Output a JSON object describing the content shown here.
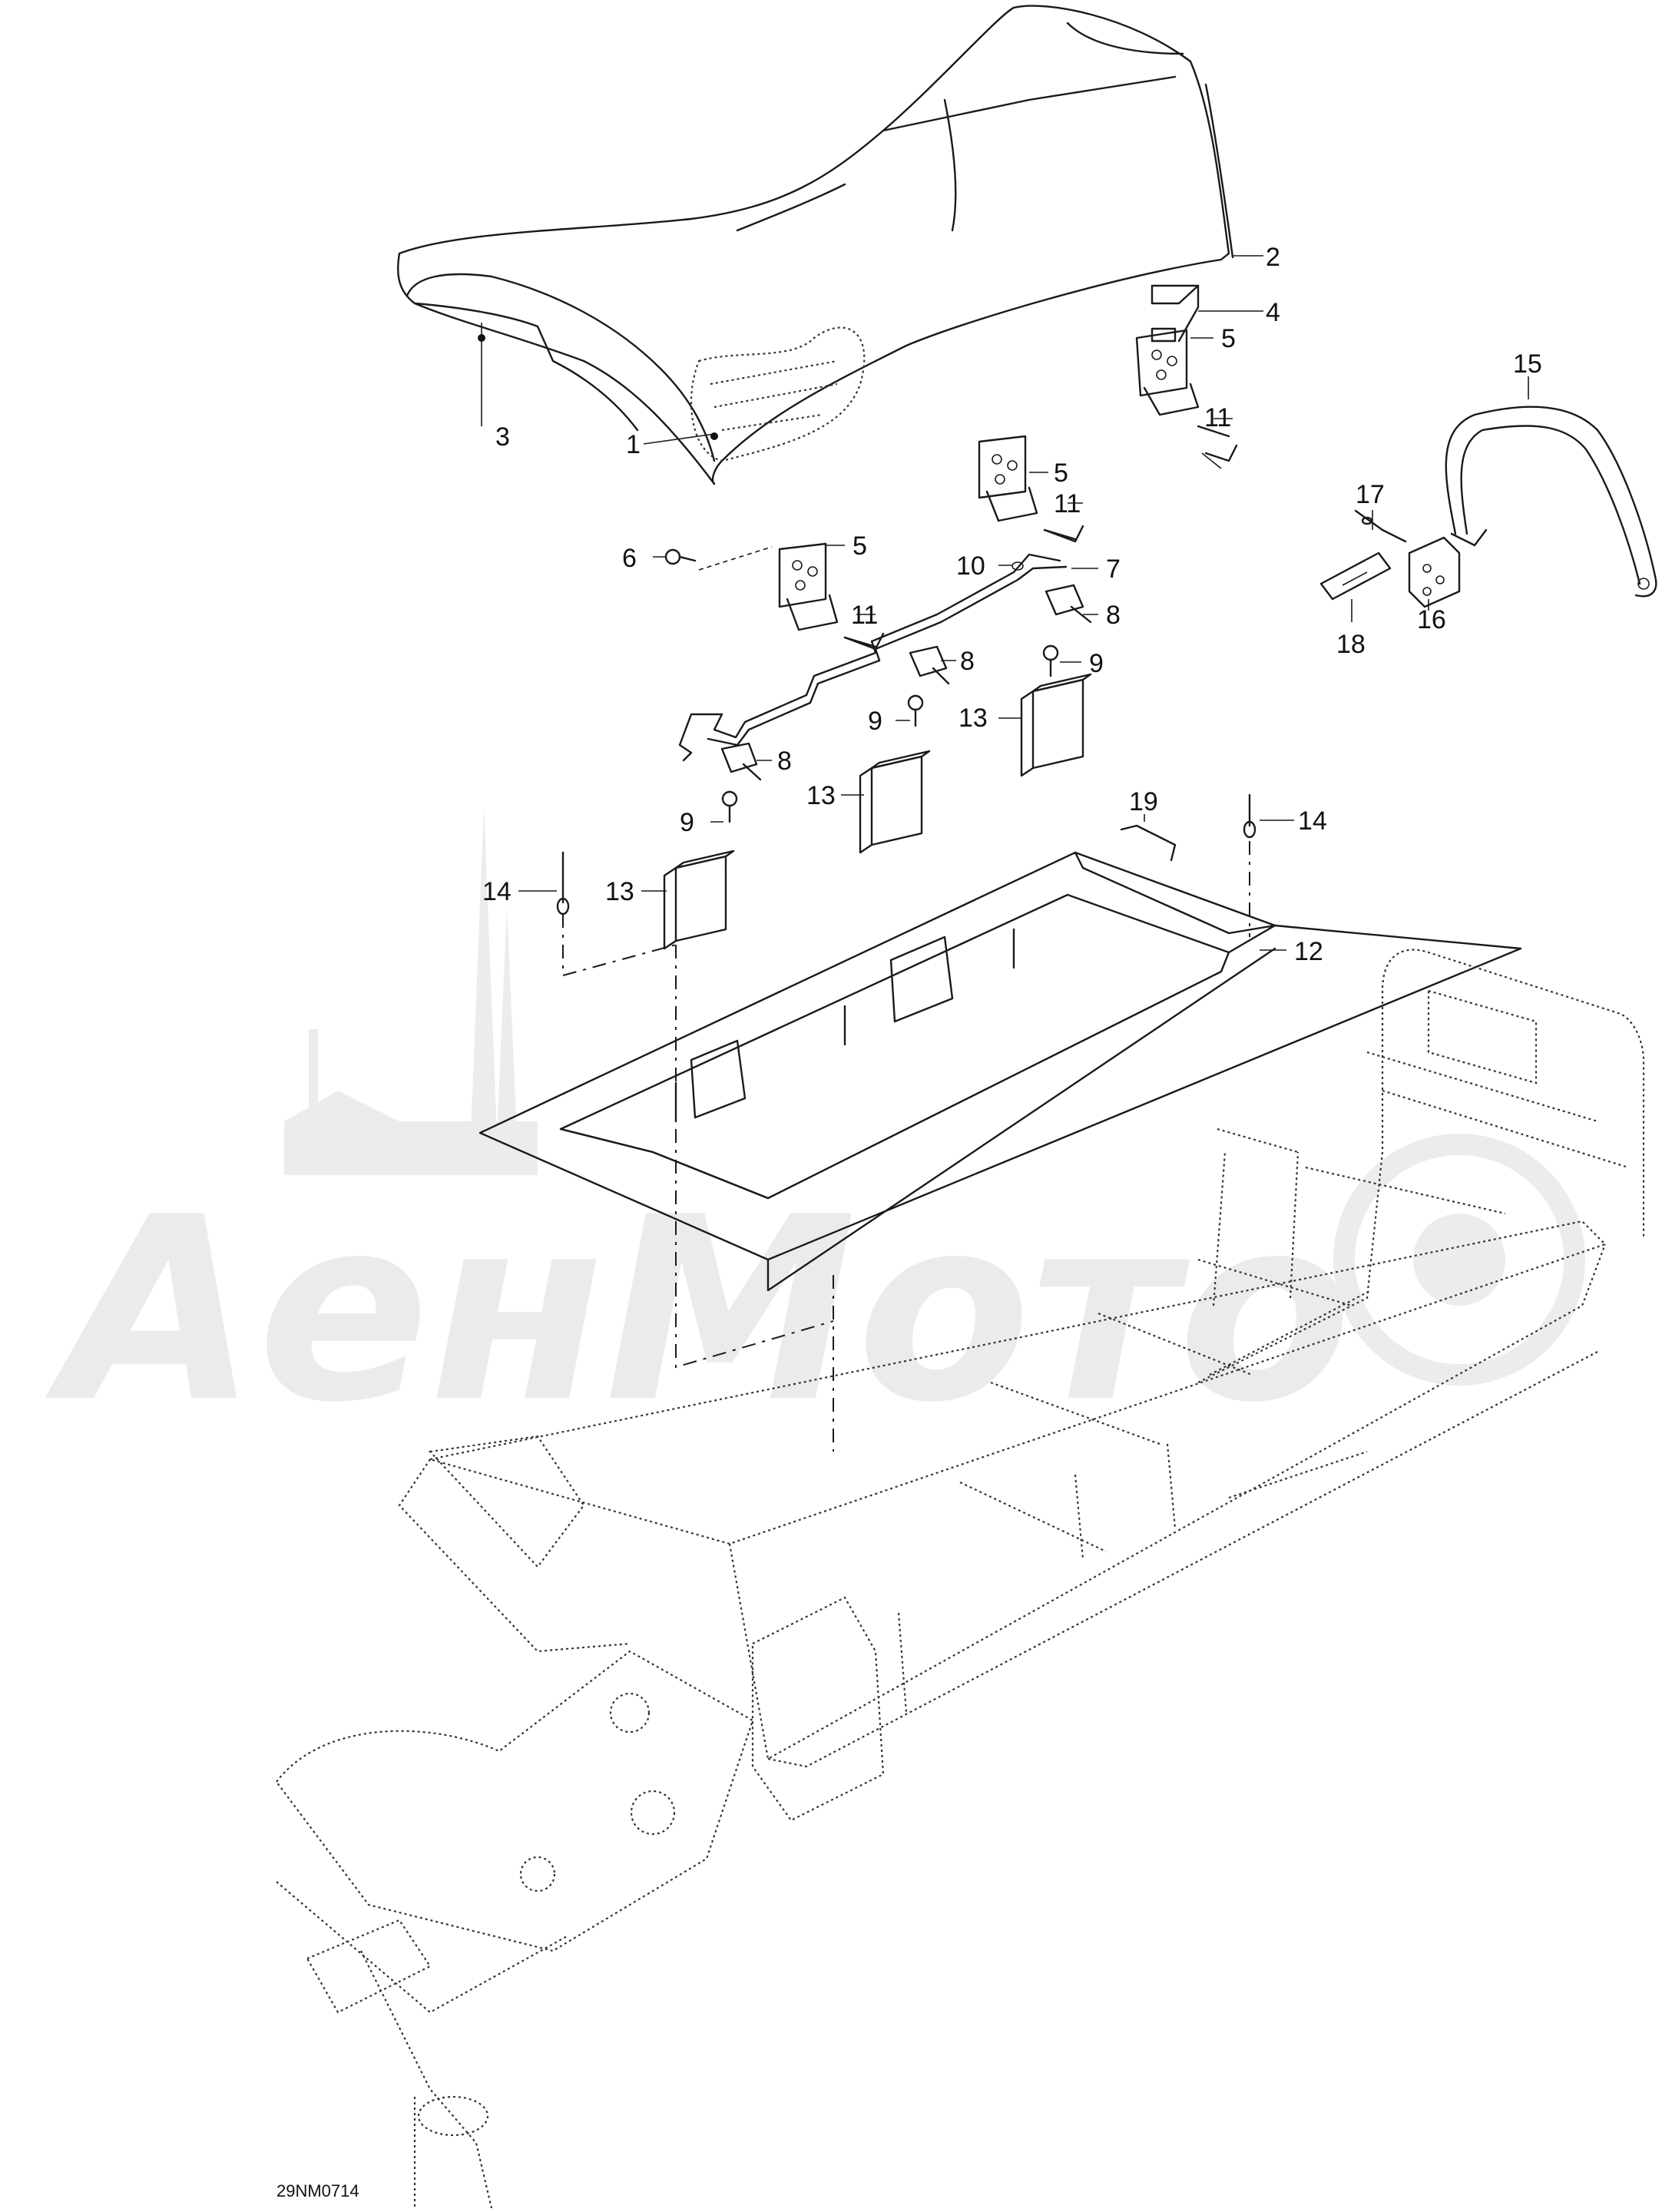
{
  "diagram": {
    "reference_code": "29NM0714",
    "watermark_text": "АенМото",
    "callouts": [
      {
        "id": "c1",
        "number": "1"
      },
      {
        "id": "c2",
        "number": "2"
      },
      {
        "id": "c3",
        "number": "3"
      },
      {
        "id": "c4",
        "number": "4"
      },
      {
        "id": "c5a",
        "number": "5"
      },
      {
        "id": "c5b",
        "number": "5"
      },
      {
        "id": "c5c",
        "number": "5"
      },
      {
        "id": "c6",
        "number": "6"
      },
      {
        "id": "c7",
        "number": "7"
      },
      {
        "id": "c8a",
        "number": "8"
      },
      {
        "id": "c8b",
        "number": "8"
      },
      {
        "id": "c8c",
        "number": "8"
      },
      {
        "id": "c9a",
        "number": "9"
      },
      {
        "id": "c9b",
        "number": "9"
      },
      {
        "id": "c9c",
        "number": "9"
      },
      {
        "id": "c10",
        "number": "10"
      },
      {
        "id": "c11a",
        "number": "11"
      },
      {
        "id": "c11b",
        "number": "11"
      },
      {
        "id": "c11c",
        "number": "11"
      },
      {
        "id": "c12",
        "number": "12"
      },
      {
        "id": "c13a",
        "number": "13"
      },
      {
        "id": "c13b",
        "number": "13"
      },
      {
        "id": "c13c",
        "number": "13"
      },
      {
        "id": "c14a",
        "number": "14"
      },
      {
        "id": "c14b",
        "number": "14"
      },
      {
        "id": "c15",
        "number": "15"
      },
      {
        "id": "c16",
        "number": "16"
      },
      {
        "id": "c17",
        "number": "17"
      },
      {
        "id": "c18",
        "number": "18"
      },
      {
        "id": "c19",
        "number": "19"
      }
    ]
  }
}
